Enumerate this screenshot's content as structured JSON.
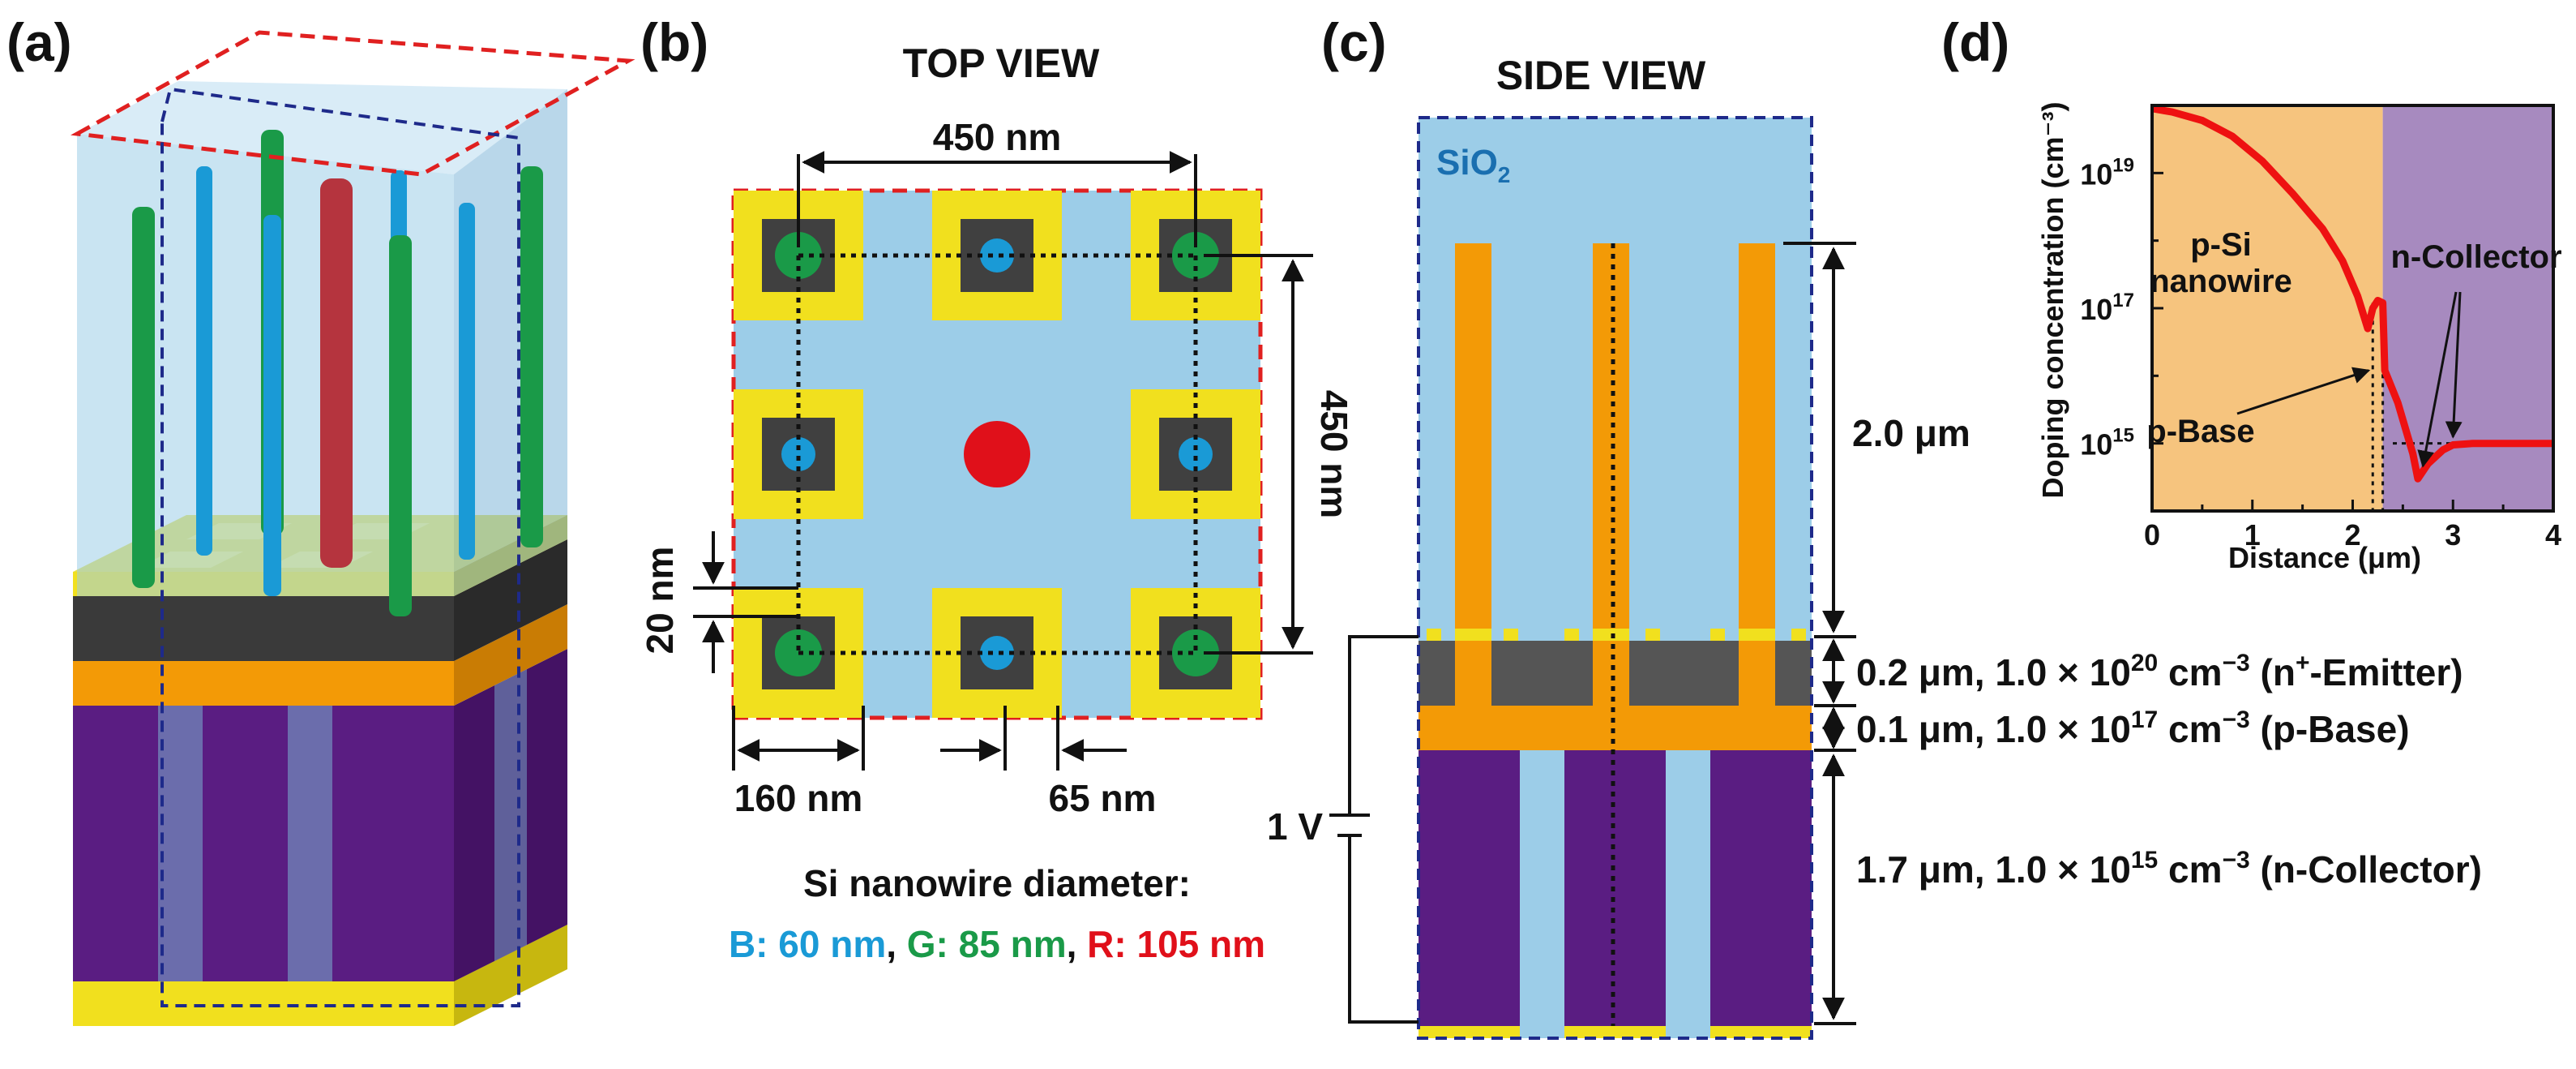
{
  "panels": {
    "a": {
      "label": "(a)"
    },
    "b": {
      "label": "(b)",
      "title": "TOP VIEW",
      "dim_pitch_h": "450 nm",
      "dim_pitch_v": "450 nm",
      "dim_gap": "20 nm",
      "dim_cell": "160 nm",
      "dim_space": "65 nm",
      "caption": "Si nanowire diameter:",
      "diameters": [
        {
          "text": "B: 60 nm",
          "color": "#1a9ad6"
        },
        {
          "text": "G: 85 nm",
          "color": "#1a9a48"
        },
        {
          "text": "R: 105 nm",
          "color": "#e0101a"
        }
      ]
    },
    "c": {
      "label": "(c)",
      "title": "SIDE VIEW",
      "oxide_label": "SiO",
      "oxide_sub": "2",
      "height_label": "2.0 μm",
      "voltage_label": "1 V",
      "layers": [
        {
          "thickness": "0.2 μm, 1.0 × 10",
          "exp": "20",
          "unit": " cm",
          "unit_exp": "−3",
          "role_pre": " (n",
          "role_sup": "+",
          "role_post": "-Emitter)"
        },
        {
          "thickness": "0.1 μm, 1.0 × 10",
          "exp": "17",
          "unit": " cm",
          "unit_exp": "−3",
          "role_pre": " (p-Base)",
          "role_sup": "",
          "role_post": ""
        },
        {
          "thickness": "1.7 μm, 1.0 × 10",
          "exp": "15",
          "unit": " cm",
          "unit_exp": "−3",
          "role_pre": " (n-Collector)",
          "role_sup": "",
          "role_post": ""
        }
      ]
    },
    "d": {
      "label": "(d)",
      "region_labels": {
        "nanowire_l1": "p-Si",
        "nanowire_l2": "nanowire",
        "collector": "n-Collector",
        "base": "p-Base"
      }
    }
  },
  "colors": {
    "oxide": "#9ccde8",
    "contact": "#f1e01e",
    "emitter": "#404040",
    "base": "#f39a06",
    "collector": "#5a1d82",
    "nw_blue": "#1a9ad6",
    "nw_green": "#1a9a48",
    "nw_red": "#e0101a",
    "region_p": "#f6c47e",
    "region_n": "#a78abf",
    "curve": "#ee1111"
  },
  "chart_data": {
    "type": "line",
    "title": "",
    "xlabel": "Distance (μm)",
    "ylabel": "Doping concentration (cm⁻³)",
    "xlim": [
      0,
      4
    ],
    "ylim": [
      100000000000000.0,
      1e+20
    ],
    "y_scale": "log",
    "x_ticks": [
      "0",
      "1",
      "2",
      "3",
      "4"
    ],
    "y_ticks": [
      {
        "base": "10",
        "exp": "15",
        "value": 1000000000000000.0
      },
      {
        "base": "10",
        "exp": "17",
        "value": 1e+17
      },
      {
        "base": "10",
        "exp": "19",
        "value": 1e+19
      }
    ],
    "regions": [
      {
        "name": "p-Si nanowire",
        "x": [
          0,
          2.3
        ]
      },
      {
        "name": "n-Collector",
        "x": [
          2.3,
          4
        ]
      }
    ],
    "series": [
      {
        "x": [
          0,
          0.2,
          0.5,
          0.8,
          1.1,
          1.4,
          1.7,
          1.9,
          2.05,
          2.15,
          2.2,
          2.25,
          2.3,
          2.32,
          2.45,
          2.6,
          2.65,
          2.75,
          2.9,
          3.0,
          3.2,
          4.0
        ],
        "y": [
          9e+19,
          8e+19,
          6e+19,
          3.5e+19,
          1.5e+19,
          5e+18,
          1.5e+18,
          5e+17,
          1.5e+17,
          5e+16,
          1e+17,
          1.3e+17,
          1.2e+17,
          1.2e+16,
          4000000000000000.0,
          700000000000000.0,
          300000000000000.0,
          500000000000000.0,
          800000000000000.0,
          950000000000000.0,
          1000000000000000.0,
          1000000000000000.0
        ]
      }
    ],
    "reference_line": 1000000000000000.0
  }
}
